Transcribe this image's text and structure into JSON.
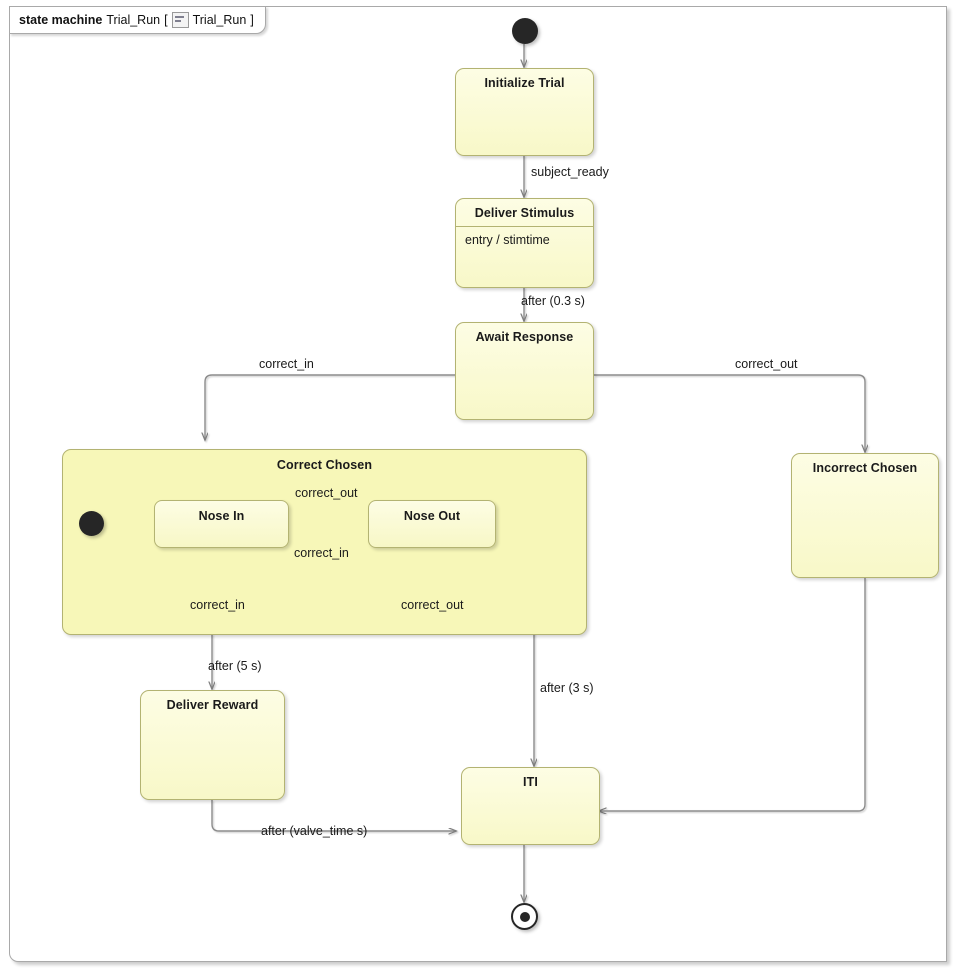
{
  "frame": {
    "keyword": "state machine",
    "name": "Trial_Run",
    "bracket_open": "[",
    "icon": "state-machine-icon",
    "qualifier": "Trial_Run",
    "bracket_close": "]"
  },
  "states": {
    "initialize_trial": {
      "name": "Initialize Trial"
    },
    "deliver_stimulus": {
      "name": "Deliver Stimulus",
      "entry": "entry / stimtime"
    },
    "await_response": {
      "name": "Await Response"
    },
    "correct_chosen": {
      "name": "Correct Chosen"
    },
    "nose_in": {
      "name": "Nose In"
    },
    "nose_out": {
      "name": "Nose Out"
    },
    "incorrect_chosen": {
      "name": "Incorrect Chosen"
    },
    "deliver_reward": {
      "name": "Deliver Reward"
    },
    "iti": {
      "name": "ITI"
    }
  },
  "transitions": {
    "init_to_initialize": "",
    "initialize_to_stimulus": "subject_ready",
    "stimulus_to_await": "after (0.3 s)",
    "await_to_correct": "correct_in",
    "await_to_incorrect": "correct_out",
    "region_init_to_nose_in": "",
    "nose_in_to_nose_out": "correct_out",
    "nose_out_to_nose_in": "correct_in",
    "nose_in_self": "correct_in",
    "nose_out_self": "correct_out",
    "correct_to_reward": "after (5 s)",
    "nose_out_to_iti": "after (3 s)",
    "reward_to_iti": "after (valve_time s)",
    "incorrect_to_iti": "",
    "iti_to_final": ""
  },
  "colors": {
    "state_fill": "#fafad2",
    "state_border": "#b3b372",
    "region_fill": "#f7f7b8",
    "edge": "#8c8c8c",
    "frame_border": "#a9a9a9"
  }
}
